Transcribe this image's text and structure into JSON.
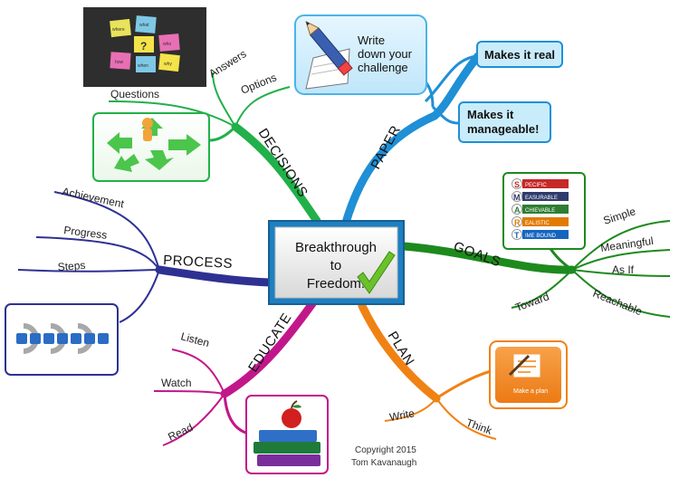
{
  "central": {
    "line1": "Breakthrough",
    "line2": "to",
    "line3": "Freedom!",
    "check_icon": "checkmark-icon"
  },
  "branches": {
    "paper": {
      "label": "PAPER",
      "color": "#1f8fd6",
      "callout": {
        "line1": "Write",
        "line2": "down your",
        "line3": "challenge",
        "icon": "pencil-paper-icon"
      },
      "children": [
        {
          "line1": "Makes it real"
        },
        {
          "line1": "Makes it",
          "line2": "manageable!"
        }
      ]
    },
    "goals": {
      "label": "GOALS",
      "color": "#1d8a1d",
      "smart": {
        "letters": [
          "S",
          "M",
          "A",
          "R",
          "T"
        ],
        "words": [
          "PECIFIC",
          "EASURABLE",
          "CHIEVABLE",
          "EALISTIC",
          "IME BOUND"
        ],
        "colors": [
          "#c62828",
          "#2f3b6b",
          "#2e7d32",
          "#e07b00",
          "#1565c0"
        ]
      },
      "children": [
        "Simple",
        "Meaningful",
        "As If",
        "Reachable",
        "Toward"
      ]
    },
    "plan": {
      "label": "PLAN",
      "color": "#f08214",
      "card_label": "Make a plan",
      "children": [
        "Write",
        "Think"
      ]
    },
    "educate": {
      "label": "EDUCATE",
      "color": "#c2178a",
      "children": [
        "Listen",
        "Watch",
        "Read"
      ],
      "icon": "books-apple-icon"
    },
    "process": {
      "label": "PROCESS",
      "color": "#2e3192",
      "children": [
        "Achievement",
        "Progress",
        "Steps"
      ],
      "icon": "process-cycle-icon"
    },
    "decisions": {
      "label": "DECISIONS",
      "color": "#22b04a",
      "children": [
        "Questions",
        "Answers",
        "Options"
      ],
      "note_words": [
        "where",
        "what",
        "?",
        "who",
        "how",
        "when",
        "why"
      ],
      "icon": "decision-arrows-icon"
    }
  },
  "copyright": {
    "line1": "Copyright 2015",
    "line2": "Tom Kavanaugh"
  }
}
